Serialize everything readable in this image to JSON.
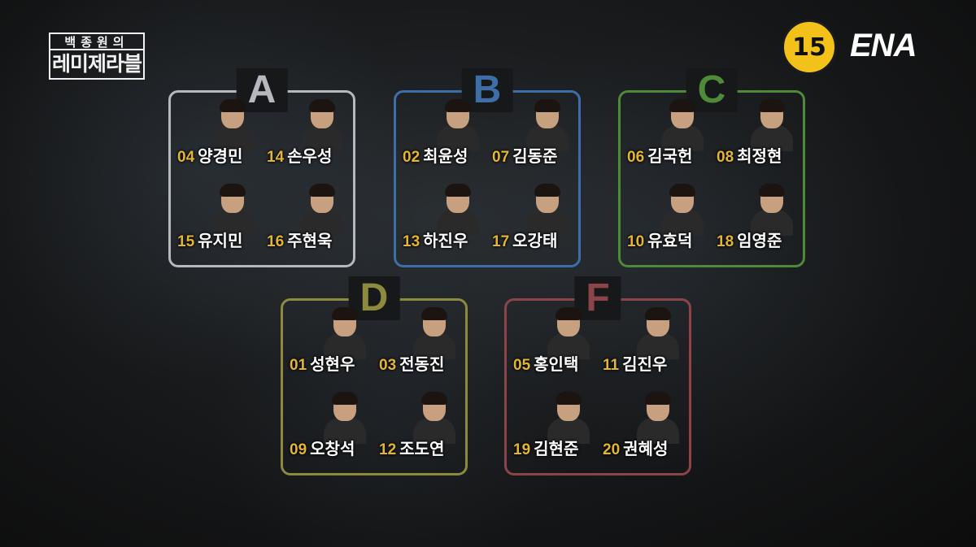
{
  "show_logo": {
    "top": "백종원의",
    "main": "레미제라블"
  },
  "rating": "15",
  "channel": "ENA",
  "teams": [
    {
      "letter": "A",
      "color": "#b5b9be",
      "members": [
        {
          "num": "04",
          "name": "양경민"
        },
        {
          "num": "14",
          "name": "손우성"
        },
        {
          "num": "15",
          "name": "유지민"
        },
        {
          "num": "16",
          "name": "주현욱"
        }
      ]
    },
    {
      "letter": "B",
      "color": "#3d6ea8",
      "members": [
        {
          "num": "02",
          "name": "최윤성"
        },
        {
          "num": "07",
          "name": "김동준"
        },
        {
          "num": "13",
          "name": "하진우"
        },
        {
          "num": "17",
          "name": "오강태"
        }
      ]
    },
    {
      "letter": "C",
      "color": "#4f8a3a",
      "members": [
        {
          "num": "06",
          "name": "김국헌"
        },
        {
          "num": "08",
          "name": "최정현"
        },
        {
          "num": "10",
          "name": "유효덕"
        },
        {
          "num": "18",
          "name": "임영준"
        }
      ]
    },
    {
      "letter": "D",
      "color": "#8c8a3c",
      "members": [
        {
          "num": "01",
          "name": "성현우"
        },
        {
          "num": "03",
          "name": "전동진"
        },
        {
          "num": "09",
          "name": "오창석"
        },
        {
          "num": "12",
          "name": "조도연"
        }
      ]
    },
    {
      "letter": "F",
      "color": "#8d4448",
      "members": [
        {
          "num": "05",
          "name": "홍인택"
        },
        {
          "num": "11",
          "name": "김진우"
        },
        {
          "num": "19",
          "name": "김현준"
        },
        {
          "num": "20",
          "name": "권혜성"
        }
      ]
    }
  ]
}
